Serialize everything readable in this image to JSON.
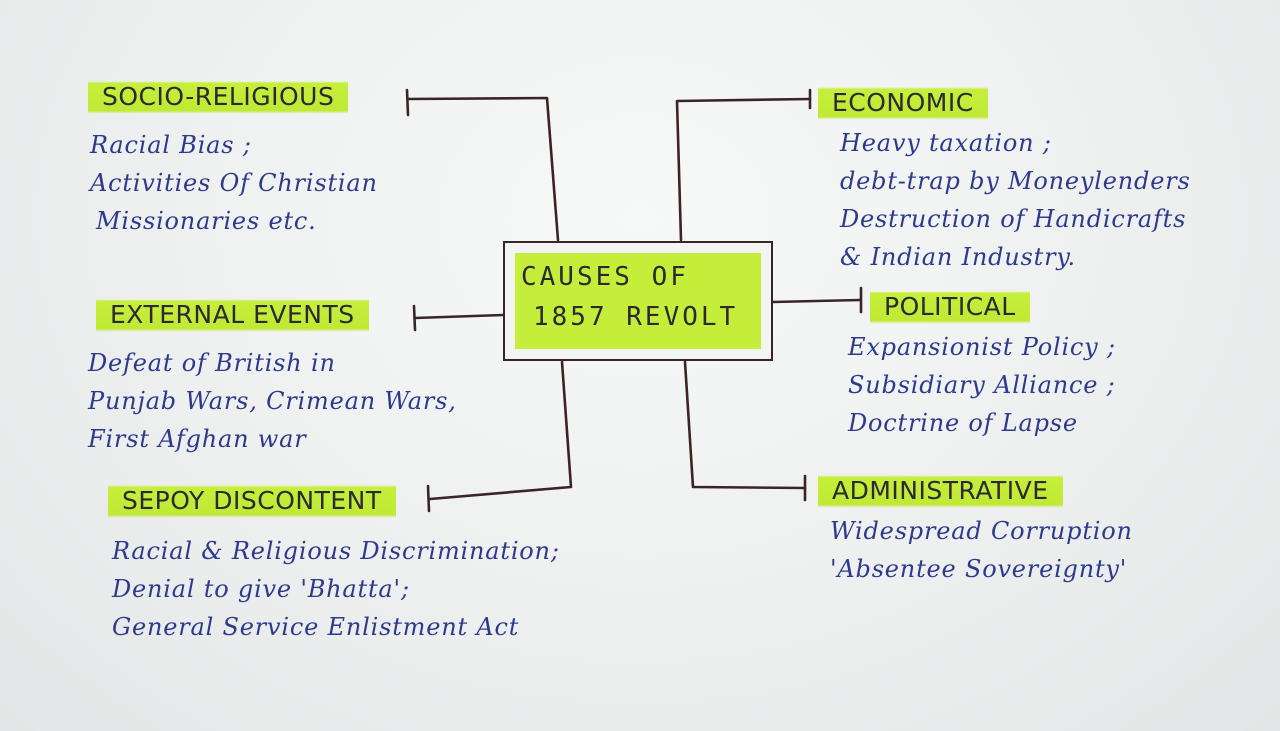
{
  "center": {
    "line1": "CAUSES OF",
    "line2": "1857 REVOLT"
  },
  "branches": {
    "socio_religious": {
      "heading": "SOCIO-RELIGIOUS",
      "lines": [
        "Racial Bias ;",
        "Activities Of Christian",
        "Missionaries etc."
      ]
    },
    "external_events": {
      "heading": "EXTERNAL EVENTS",
      "lines": [
        "Defeat of British in",
        "Punjab Wars, Crimean Wars,",
        "First Afghan war"
      ]
    },
    "sepoy_discontent": {
      "heading": "SEPOY DISCONTENT",
      "lines": [
        "Racial & Religious Discrimination;",
        "Denial to give 'Bhatta';",
        "General Service Enlistment Act"
      ]
    },
    "economic": {
      "heading": "ECONOMIC",
      "lines": [
        "Heavy taxation ;",
        "debt-trap by Moneylenders",
        "Destruction of Handicrafts",
        "& Indian Industry."
      ]
    },
    "political": {
      "heading": "POLITICAL",
      "lines": [
        "Expansionist Policy ;",
        "Subsidiary Alliance ;",
        "Doctrine of Lapse"
      ]
    },
    "administrative": {
      "heading": "ADMINISTRATIVE",
      "lines": [
        "Widespread Corruption",
        "'Absentee Sovereignty'"
      ]
    }
  },
  "colors": {
    "highlighter": "#c4ee3a",
    "ink_blue": "#2d3a8c",
    "ink_dark": "#3a2526",
    "paper": "#eef0f0"
  }
}
